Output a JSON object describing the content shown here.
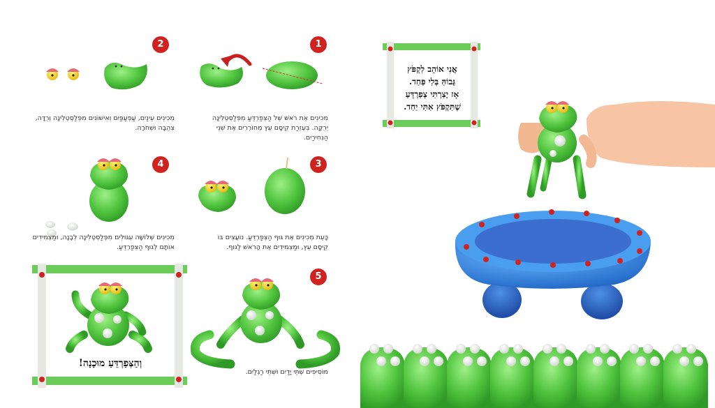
{
  "steps": [
    {
      "number": "1",
      "text": "מְכִינִים אֶת רֹאשׁ שֶׁל הַצְּפַרְדֵּעַ מִפְּלַסְטֶלִינָה יְרֻקָּה. בְּעֶזְרַת קֵיסָם עֵץ מְחוֹרְרִים אֶת שְׁנֵי הַנְּחִירַיִם."
    },
    {
      "number": "2",
      "text": "מְכִינִים עֵינַיִם, עַפְעַפַּיִם וְאִישׁוֹנִים מִפְּלַסְטֶלִינָה וְרֻדָּה, צְהֻבָּה וּשְׁחֹרָה."
    },
    {
      "number": "3",
      "text": "כָּעֵת מְכִינִים אֶת גּוּף הַצְּפַרְדֵּעַ. נוֹעֲצִים בּוֹ קֵיסָם עֵץ, וּמַצְמִידִים אֶת הָרֹאשׁ לַגּוּף."
    },
    {
      "number": "4",
      "text": "מְכִינִים שְׁלוֹשָׁה עִגּוּלִים מִפְּלַסְטֶלִינָה לְבָנָה, וּמַצְמִידִים אוֹתָם לְגוּף הַצְּפַרְדֵּעַ."
    },
    {
      "number": "5",
      "text": "מוֹסִיפִים שְׁתֵּי יָדַיִם וּשְׁתֵּי רַגְלַיִם."
    }
  ],
  "finished_label": "וְהַצְּפַרְדֵּעַ מוּכָנָה!",
  "poem": {
    "line1": "אֲנִי אוֹהֵב לִקְפֹּץ",
    "line2": "גָּבוֹהַּ בְּלִי פַּחַד.",
    "line3": "אָז יָצַרְתִּי צְפַרְדֵּעַ",
    "line4": "שֶׁתִּקְפֹּץ אִתִּי יַחַד."
  },
  "colors": {
    "frog_green": "#5cc84a",
    "badge_red": "#d0231f",
    "frame_green": "#6ccc5a",
    "trampoline_blue": "#3a8ee0",
    "eye_yellow": "#f2d21e",
    "eyelid_pink": "#e46a7a"
  }
}
